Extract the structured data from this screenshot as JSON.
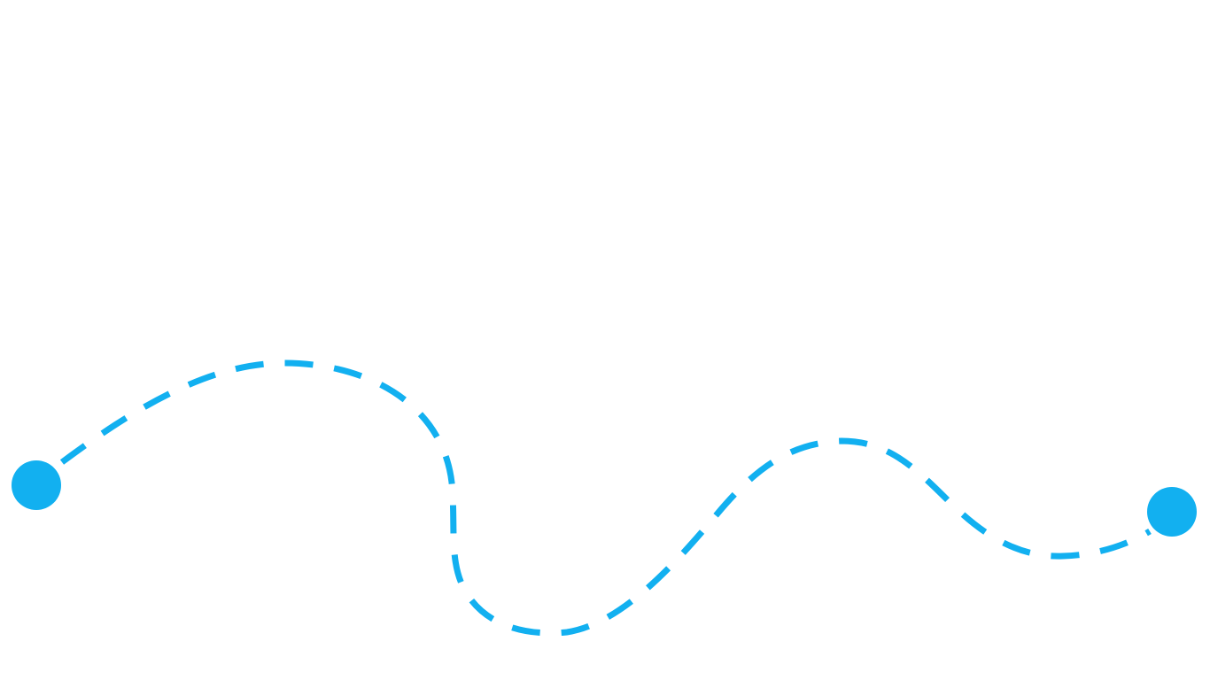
{
  "route": {
    "line_color": "#12b0f0",
    "marker_color": "#12b0f0",
    "line_style": "dashed",
    "markers": [
      "start-point",
      "end-point"
    ]
  }
}
